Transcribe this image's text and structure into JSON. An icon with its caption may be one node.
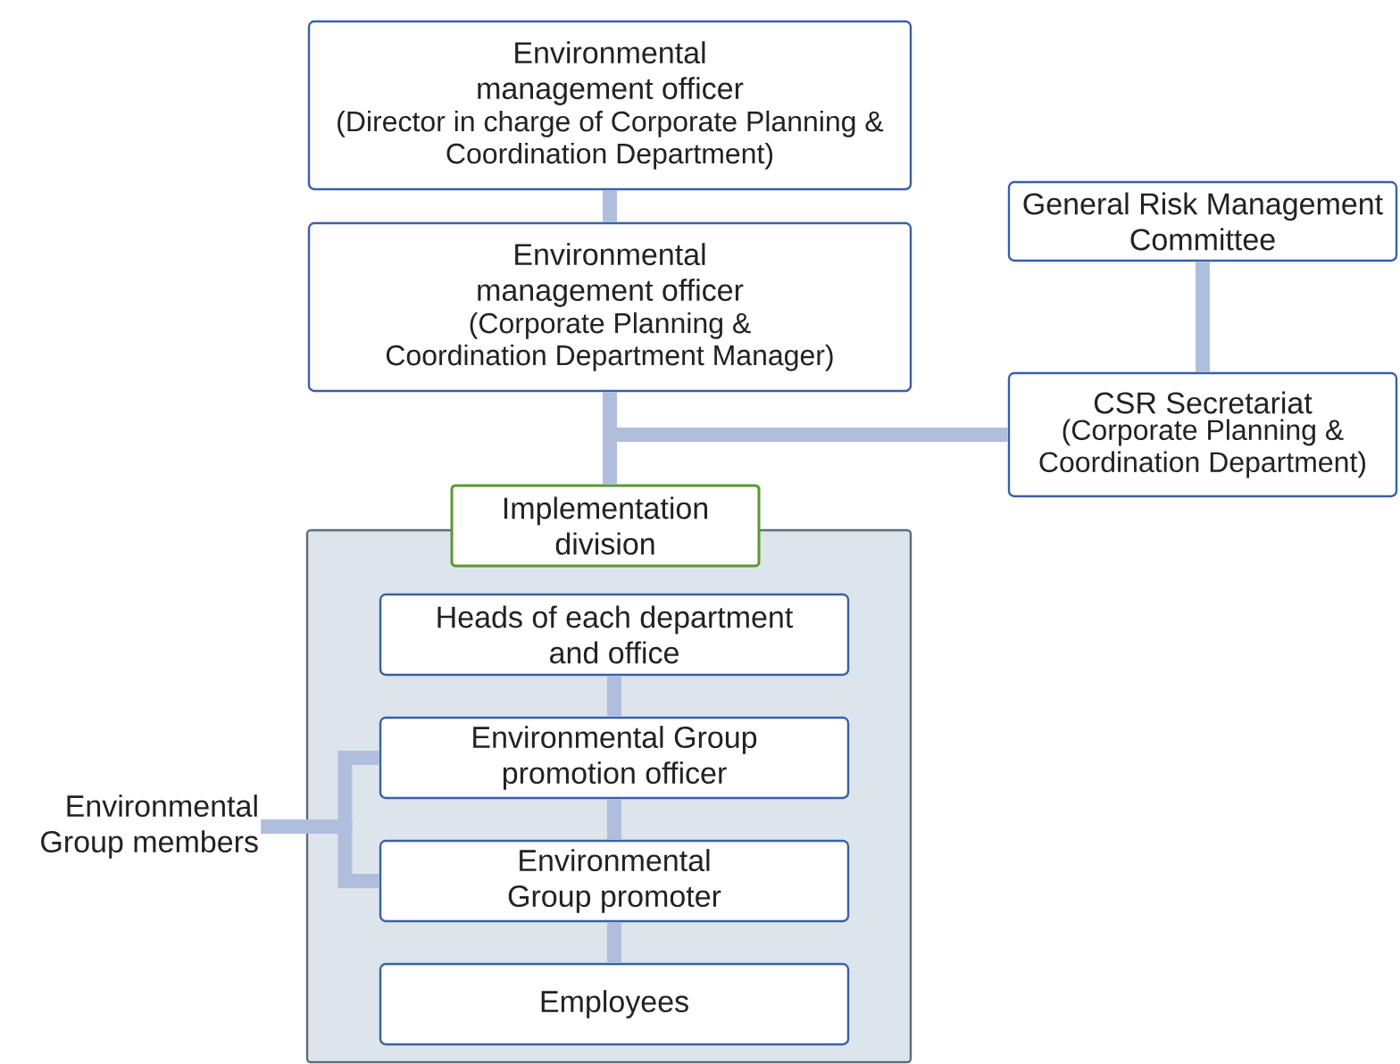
{
  "diagram": {
    "nodes": [
      {
        "text": [
          "Environmental management officer",
          "(Director in charge of Corporate Planning & Coordination Department)"
        ]
      },
      {
        "text": [
          "Environmental management officer",
          "(Corporate Planning & Coordination Department Manager)"
        ]
      },
      {
        "text": [
          "General Risk Management Committee"
        ]
      },
      {
        "text": [
          "CSR Secretariat",
          "(Corporate Planning & Coordination Department)"
        ]
      },
      {
        "text": [
          "Implementation division"
        ]
      },
      {
        "text": [
          "Heads of each department and office"
        ],
        "in": 4
      },
      {
        "text": [
          "Environmental Group promotion officer"
        ],
        "in": 4
      },
      {
        "text": [
          "Environmental Group promoter"
        ],
        "in": 4
      },
      {
        "text": [
          "Employees"
        ],
        "in": 4
      },
      {
        "text": [
          "Environmental Group members"
        ]
      }
    ],
    "edges": [
      {
        "from": 0,
        "to": 1,
        "arrow": "none"
      },
      {
        "from": 1,
        "to": 4,
        "arrow": "none"
      },
      {
        "from": 1,
        "to": 3,
        "arrow": "none"
      },
      {
        "from": 2,
        "to": 3,
        "arrow": "none"
      },
      {
        "from": 5,
        "to": 6,
        "arrow": "none"
      },
      {
        "from": 6,
        "to": 7,
        "arrow": "none"
      },
      {
        "from": 7,
        "to": 8,
        "arrow": "none"
      },
      {
        "from": 9,
        "to": 6,
        "arrow": "none"
      },
      {
        "from": 9,
        "to": 7,
        "arrow": "none"
      }
    ]
  }
}
